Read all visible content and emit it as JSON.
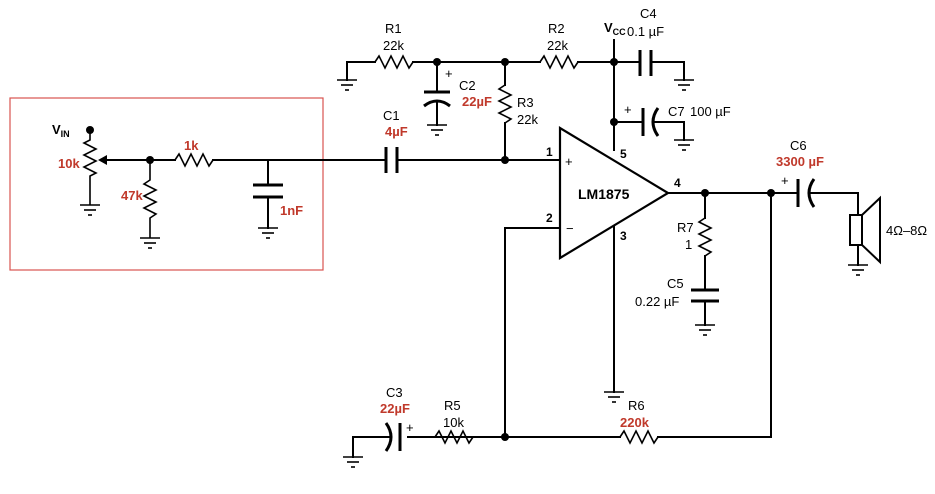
{
  "input": {
    "vin_label": "VIN",
    "pot_value": "10k",
    "r_shunt": "47k",
    "r_series": "1k",
    "c_filter": "1nF"
  },
  "parts": {
    "r1": {
      "name": "R1",
      "value": "22k"
    },
    "r2": {
      "name": "R2",
      "value": "22k"
    },
    "r3": {
      "name": "R3",
      "value": "22k"
    },
    "r5": {
      "name": "R5",
      "value": "10k"
    },
    "r6": {
      "name": "R6",
      "value": "220k"
    },
    "r7": {
      "name": "R7",
      "value": "1"
    },
    "c1": {
      "name": "C1",
      "value": "4µF"
    },
    "c2": {
      "name": "C2",
      "value": "22µF"
    },
    "c3": {
      "name": "C3",
      "value": "22µF"
    },
    "c4": {
      "name": "C4",
      "value": "0.1 µF"
    },
    "c5": {
      "name": "C5",
      "value": "0.22 µF"
    },
    "c6": {
      "name": "C6",
      "value": "3300 µF"
    },
    "c7": {
      "name": "C7",
      "value": "100 µF"
    }
  },
  "ic": {
    "name": "LM1875",
    "pin1": "1",
    "pin2": "2",
    "pin3": "3",
    "pin4": "4",
    "pin5": "5"
  },
  "supply": {
    "vcc": "VCC"
  },
  "speaker": {
    "impedance": "4Ω–8Ω"
  },
  "highlight_color": "#d9534f",
  "value_highlight_color": "#c0392b"
}
